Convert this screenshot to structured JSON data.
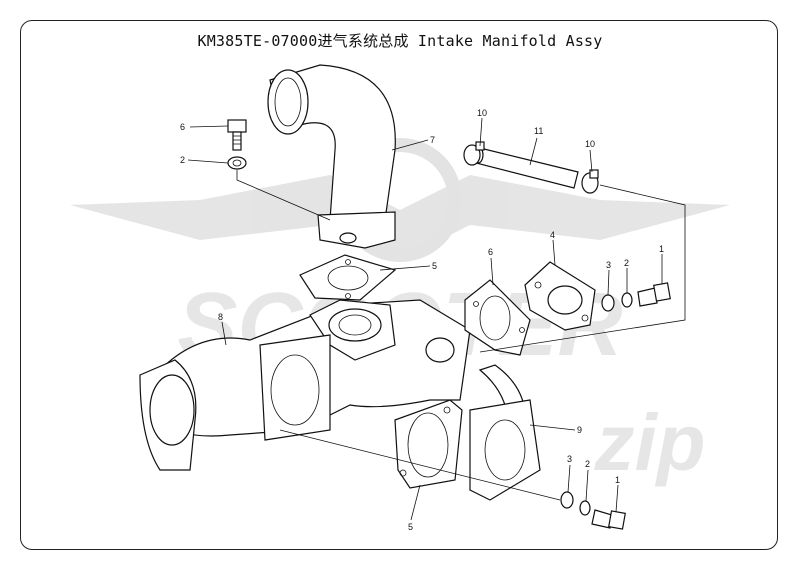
{
  "title": "KM385TE-07000进气系统总成 Intake Manifold Assy",
  "watermark": {
    "text_line1": "SCOOTER",
    "text_line2": "zip",
    "color": "#d9d9d9"
  },
  "callouts": [
    "6",
    "2",
    "7",
    "10",
    "11",
    "10",
    "5",
    "6",
    "4",
    "3",
    "2",
    "1",
    "8",
    "9",
    "3",
    "2",
    "1",
    "5"
  ],
  "colors": {
    "line": "#111111",
    "background": "#ffffff"
  }
}
